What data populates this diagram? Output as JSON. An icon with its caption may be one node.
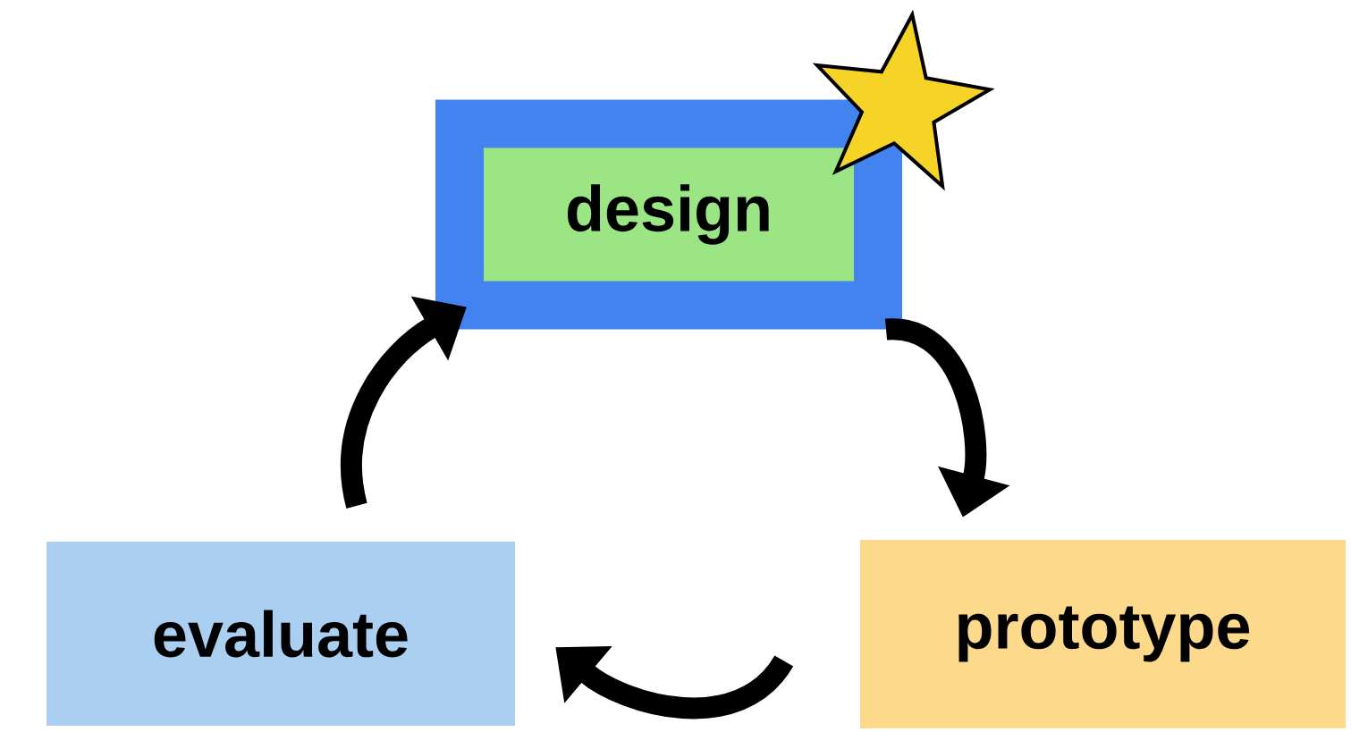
{
  "diagram": {
    "nodes": [
      {
        "text": [
          "design"
        ]
      },
      {
        "text": [
          "prototype"
        ]
      },
      {
        "text": [
          "evaluate"
        ]
      }
    ],
    "edges": [
      {
        "from": 0,
        "to": 1,
        "arrow": "to"
      },
      {
        "from": 1,
        "to": 2,
        "arrow": "to"
      },
      {
        "from": 2,
        "to": 0,
        "arrow": "to"
      }
    ]
  }
}
